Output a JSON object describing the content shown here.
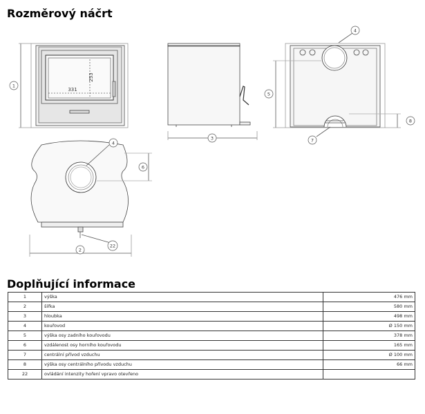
{
  "headings": {
    "sketch": "Rozměrový náčrt",
    "info": "Doplňující informace"
  },
  "drawing": {
    "callouts": {
      "c1": "1",
      "c2": "2",
      "c3": "3",
      "c4a": "4",
      "c4b": "4",
      "c5": "5",
      "c6": "6",
      "c7": "7",
      "c8": "8",
      "c22": "22"
    },
    "window_width": "331",
    "window_height": "253"
  },
  "table": {
    "rows": [
      {
        "num": "1",
        "label": "výška",
        "value": "476 mm"
      },
      {
        "num": "2",
        "label": "šířka",
        "value": "580 mm"
      },
      {
        "num": "3",
        "label": "hloubka",
        "value": "498 mm"
      },
      {
        "num": "4",
        "label": "kouřovod",
        "value": "Ø 150 mm"
      },
      {
        "num": "5",
        "label": "výška osy zadního kouřovodu",
        "value": "378 mm"
      },
      {
        "num": "6",
        "label": "vzdálenost osy horního kouřovodu",
        "value": "165 mm"
      },
      {
        "num": "7",
        "label": "centrální přívod vzduchu",
        "value": "Ø 100 mm"
      },
      {
        "num": "8",
        "label": "výška osy centrálního přívodu vzduchu",
        "value": "66 mm"
      },
      {
        "num": "22",
        "label": "ovládání intenzity hoření    vpravo otevřeno",
        "value": ""
      }
    ]
  }
}
